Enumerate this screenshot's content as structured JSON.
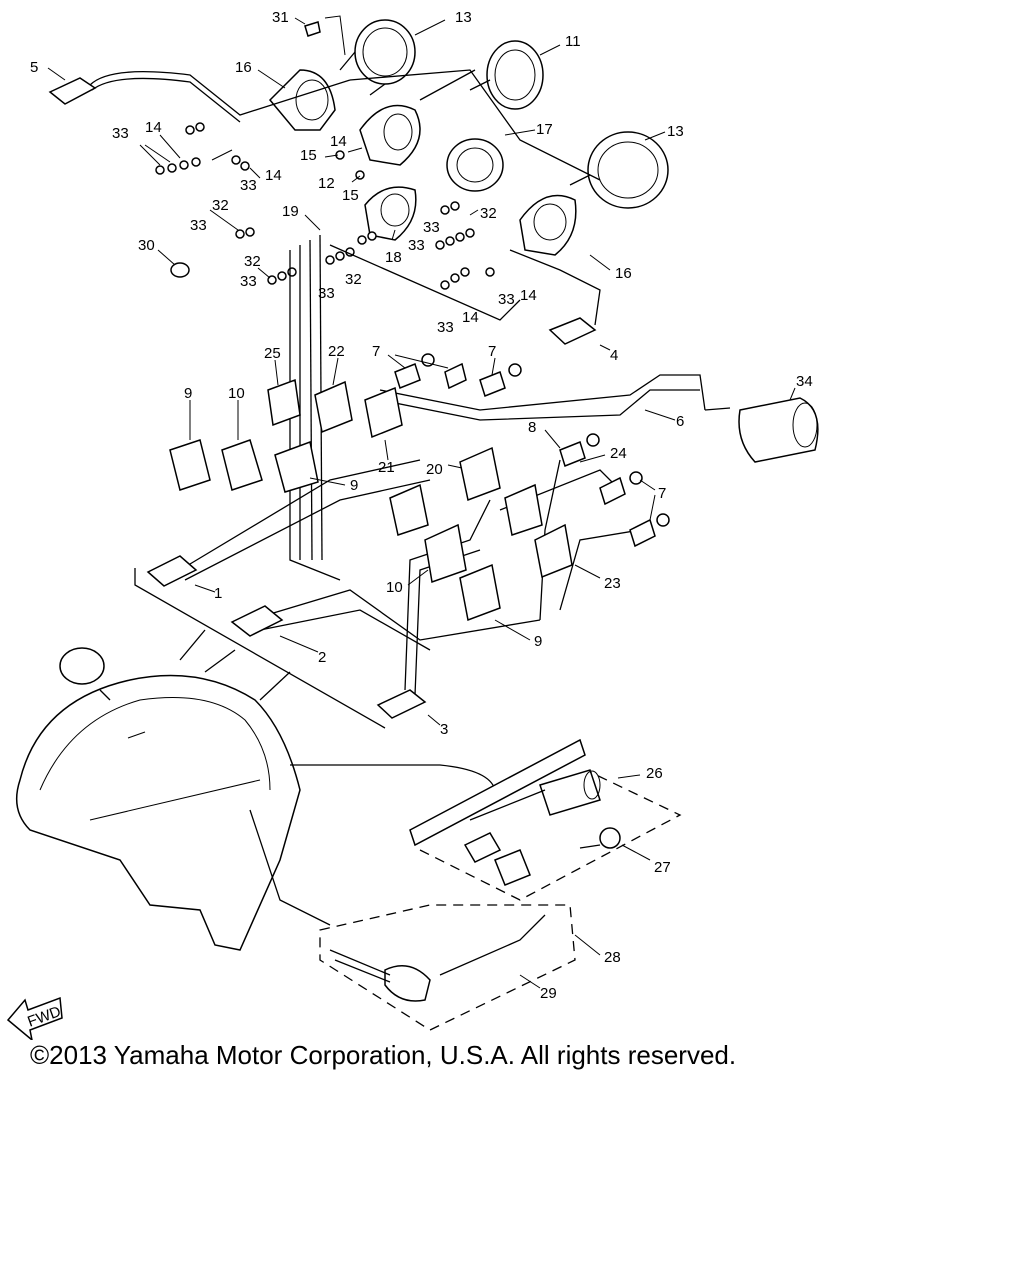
{
  "diagram": {
    "callouts": [
      "31",
      "13",
      "11",
      "5",
      "16",
      "33",
      "14",
      "14",
      "15",
      "12",
      "33",
      "14",
      "17",
      "13",
      "15",
      "32",
      "33",
      "19",
      "30",
      "32",
      "33",
      "33",
      "32",
      "18",
      "33",
      "32",
      "16",
      "33",
      "14",
      "33",
      "14",
      "4",
      "25",
      "22",
      "7",
      "7",
      "9",
      "10",
      "34",
      "6",
      "21",
      "8",
      "24",
      "20",
      "9",
      "7",
      "1",
      "10",
      "23",
      "2",
      "9",
      "3",
      "26",
      "27",
      "28",
      "29"
    ],
    "fwd_label": "FWD"
  },
  "footer": {
    "copyright": "©2013 Yamaha Motor Corporation, U.S.A. All rights reserved."
  }
}
